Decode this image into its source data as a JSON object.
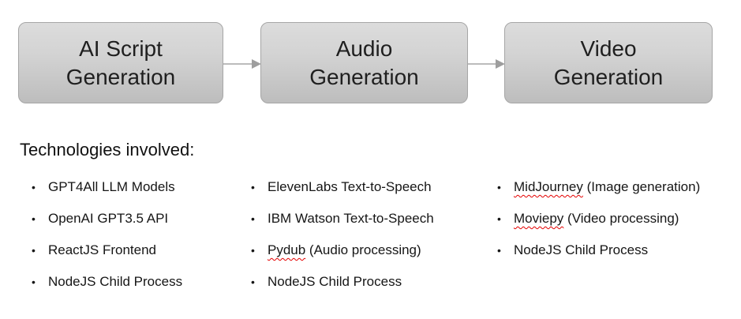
{
  "pipeline": {
    "steps": [
      {
        "name": "ai-script-generation",
        "lines": [
          "AI Script",
          "Generation"
        ]
      },
      {
        "name": "audio-generation",
        "lines": [
          "Audio",
          "Generation"
        ]
      },
      {
        "name": "video-generation",
        "lines": [
          "Video",
          "Generation"
        ]
      }
    ]
  },
  "section_title": "Technologies involved:",
  "bullet_char": "•",
  "columns": [
    {
      "items": [
        {
          "marked": "",
          "text": "GPT4All LLM Models"
        },
        {
          "marked": "",
          "text": "OpenAI GPT3.5 API"
        },
        {
          "marked": "",
          "text": "ReactJS Frontend"
        },
        {
          "marked": "",
          "text": "NodeJS Child Process"
        }
      ]
    },
    {
      "items": [
        {
          "marked": "",
          "text": "ElevenLabs Text-to-Speech"
        },
        {
          "marked": "",
          "text": "IBM Watson Text-to-Speech"
        },
        {
          "marked": "Pydub",
          "text": " (Audio processing)"
        },
        {
          "marked": "",
          "text": "NodeJS Child Process"
        }
      ]
    },
    {
      "items": [
        {
          "marked": "MidJourney",
          "text": " (Image generation)"
        },
        {
          "marked": "Moviepy",
          "text": " (Video processing)"
        },
        {
          "marked": "",
          "text": "NodeJS Child Process"
        }
      ]
    }
  ],
  "colors": {
    "box_fill_top": "#dcdcdc",
    "box_fill_bottom": "#bdbdbd",
    "box_border": "#a6a6a6",
    "arrow": "#9e9e9e",
    "text": "#161616",
    "spellcheck_underline": "#e40000",
    "background": "#ffffff"
  }
}
